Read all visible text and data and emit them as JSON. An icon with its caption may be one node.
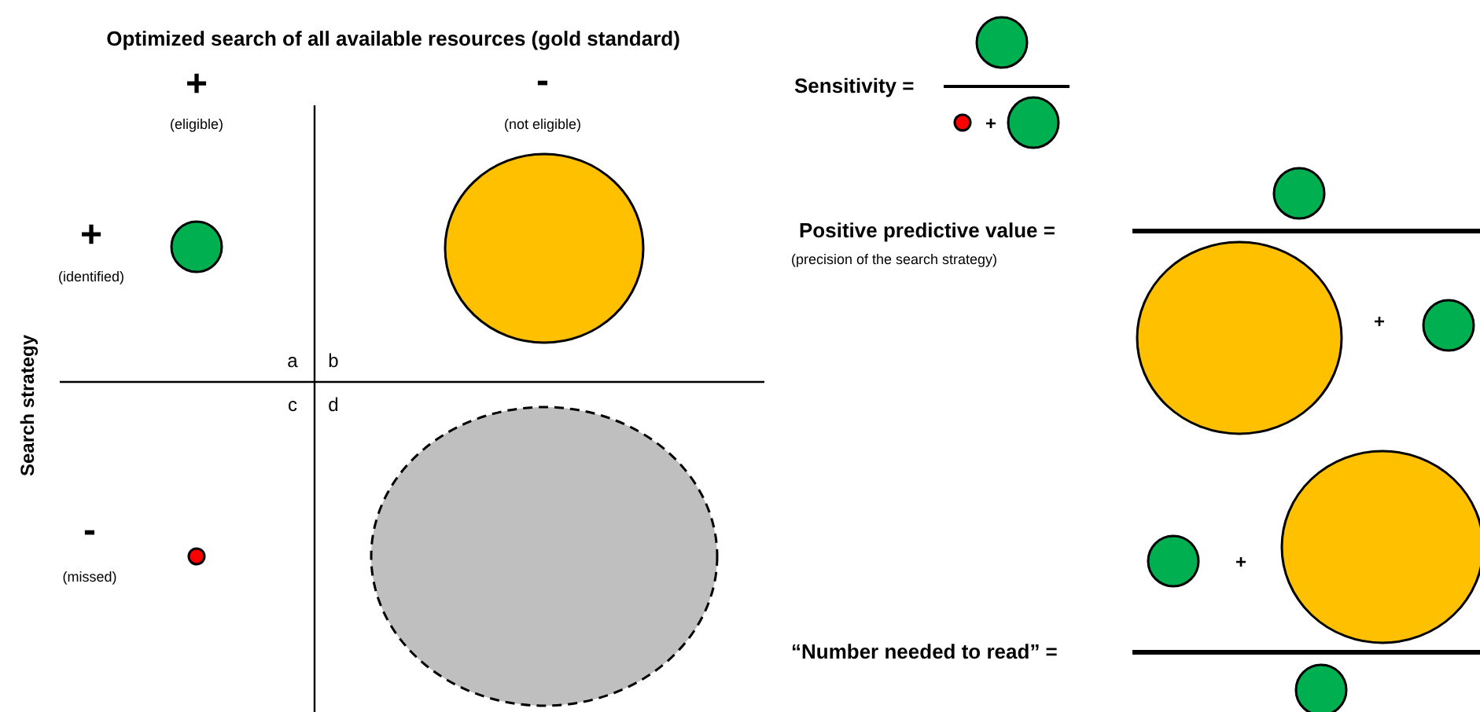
{
  "diagram": {
    "title": "Optimized search of all available resources (gold standard)",
    "nodes": [
      {
        "text": [],
        "shape": "circle"
      },
      {
        "text": [],
        "shape": "circle"
      },
      {
        "text": [],
        "shape": "circle"
      },
      {
        "text": [],
        "shape": "circle"
      },
      {
        "text": [],
        "shape": "circle"
      },
      {
        "text": [],
        "shape": "circle"
      },
      {
        "text": [],
        "shape": "circle"
      },
      {
        "text": [],
        "shape": "circle"
      },
      {
        "text": [],
        "shape": "circle"
      },
      {
        "text": [],
        "shape": "circle"
      },
      {
        "text": [],
        "shape": "circle"
      },
      {
        "text": [],
        "shape": "circle"
      },
      {
        "text": [],
        "shape": "circle"
      }
    ],
    "labels": [
      "+",
      "-",
      "Sensitivity =",
      "+",
      "(eligible)",
      "(not eligible)",
      "+",
      "Positive predictive value =",
      "(identified)",
      "(precision of the search strategy)",
      "+",
      "a",
      "b",
      "c",
      "d",
      "Search strategy",
      "-",
      "+",
      "(missed)",
      "“Number needed to read” ="
    ]
  }
}
